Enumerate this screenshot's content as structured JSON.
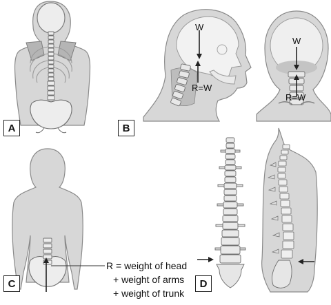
{
  "panels": {
    "a": {
      "label": "A"
    },
    "b": {
      "label": "B",
      "weight_label": "W",
      "reaction_label": "R=W"
    },
    "c": {
      "label": "C",
      "reaction_lines": [
        "R = weight of head",
        "+ weight of arms",
        "+ weight of trunk"
      ]
    },
    "d": {
      "label": "D"
    }
  },
  "colors": {
    "skin": "#d7d7d7",
    "outline": "#8a8a8a",
    "bone": "#efefef",
    "bone_shade": "#9d9d9d",
    "muscle": "#bcbcbc",
    "arrow": "#222222"
  }
}
